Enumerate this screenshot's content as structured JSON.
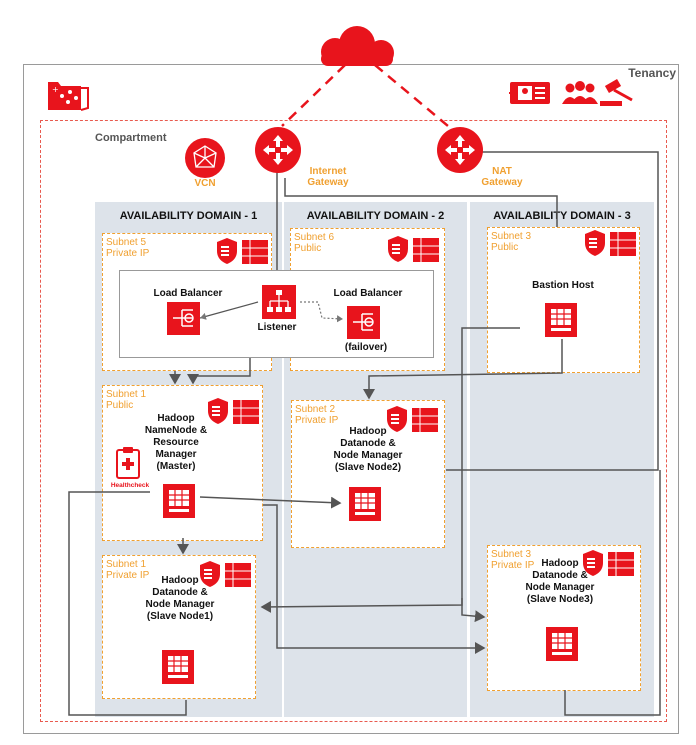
{
  "tenancy": {
    "label": "Tenancy"
  },
  "compartment": {
    "label": "Compartment"
  },
  "vcn": {
    "label": "VCN"
  },
  "internet_gateway": {
    "label_line1": "Internet",
    "label_line2": "Gateway"
  },
  "nat_gateway": {
    "label_line1": "NAT",
    "label_line2": "Gateway"
  },
  "availability_domains": [
    {
      "title": "AVAILABILITY DOMAIN - 1"
    },
    {
      "title": "AVAILABILITY DOMAIN - 2"
    },
    {
      "title": "AVAILABILITY DOMAIN - 3"
    }
  ],
  "subnets": {
    "s5": {
      "line1": "Subnet 5",
      "line2": "Private IP"
    },
    "s6": {
      "line1": "Subnet 6",
      "line2": "Public"
    },
    "s3_public": {
      "line1": "Subnet 3",
      "line2": "Public"
    },
    "s1_public": {
      "line1": "Subnet 1",
      "line2": "Public"
    },
    "s2": {
      "line1": "Subnet 2",
      "line2": "Private IP"
    },
    "s1_private": {
      "line1": "Subnet 1",
      "line2": "Private IP"
    },
    "s3_private": {
      "line1": "Subnet 3",
      "line2": "Private IP"
    }
  },
  "load_balancer": {
    "primary_label": "Load Balancer",
    "secondary_label": "Load Balancer",
    "failover_label": "(failover)",
    "listener_label": "Listener"
  },
  "bastion": {
    "label": "Bastion Host"
  },
  "namenode": {
    "lines": [
      "Hadoop",
      "NameNode &",
      "Resource",
      "Manager",
      "(Master)"
    ],
    "healthcheck_label": "Healthcheck"
  },
  "datanode2": {
    "lines": [
      "Hadoop",
      "Datanode &",
      "Node Manager",
      "(Slave Node2)"
    ]
  },
  "datanode1": {
    "lines": [
      "Hadoop",
      "Datanode &",
      "Node Manager",
      "(Slave Node1)"
    ]
  },
  "datanode3": {
    "lines": [
      "Hadoop",
      "Datanode &",
      "Node Manager",
      "(Slave Node3)"
    ]
  },
  "colors": {
    "accent": "#e8141c",
    "subnet_border": "#f0a030",
    "ad_background": "#dde3ea",
    "connector": "#555555",
    "internet_link": "#e8141c"
  }
}
